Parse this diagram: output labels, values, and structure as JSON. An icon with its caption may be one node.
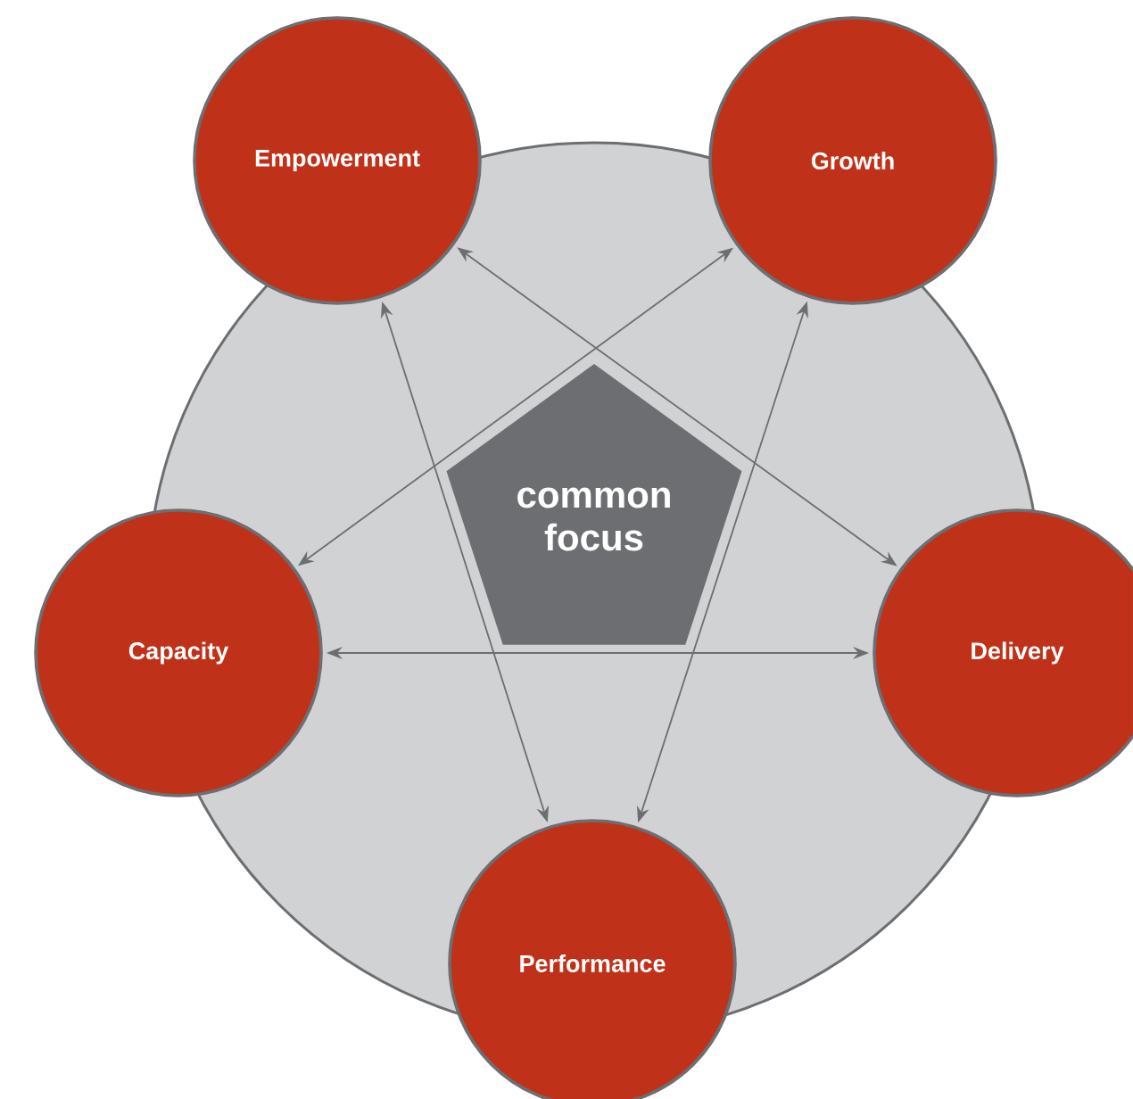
{
  "diagram": {
    "nodes": [
      {
        "text": [
          "Empowerment"
        ]
      },
      {
        "text": [
          "Growth"
        ]
      },
      {
        "text": [
          "common focus"
        ]
      },
      {
        "text": [
          "Capacity"
        ]
      },
      {
        "text": [
          "Delivery"
        ]
      },
      {
        "text": [
          "Performance"
        ]
      }
    ],
    "edges": [
      {
        "from": 0,
        "to": 4,
        "arrow": "both"
      },
      {
        "from": 0,
        "to": 5,
        "arrow": "both"
      },
      {
        "from": 1,
        "to": 3,
        "arrow": "both"
      },
      {
        "from": 1,
        "to": 5,
        "arrow": "both"
      },
      {
        "from": 3,
        "to": 4,
        "arrow": "both"
      }
    ]
  }
}
